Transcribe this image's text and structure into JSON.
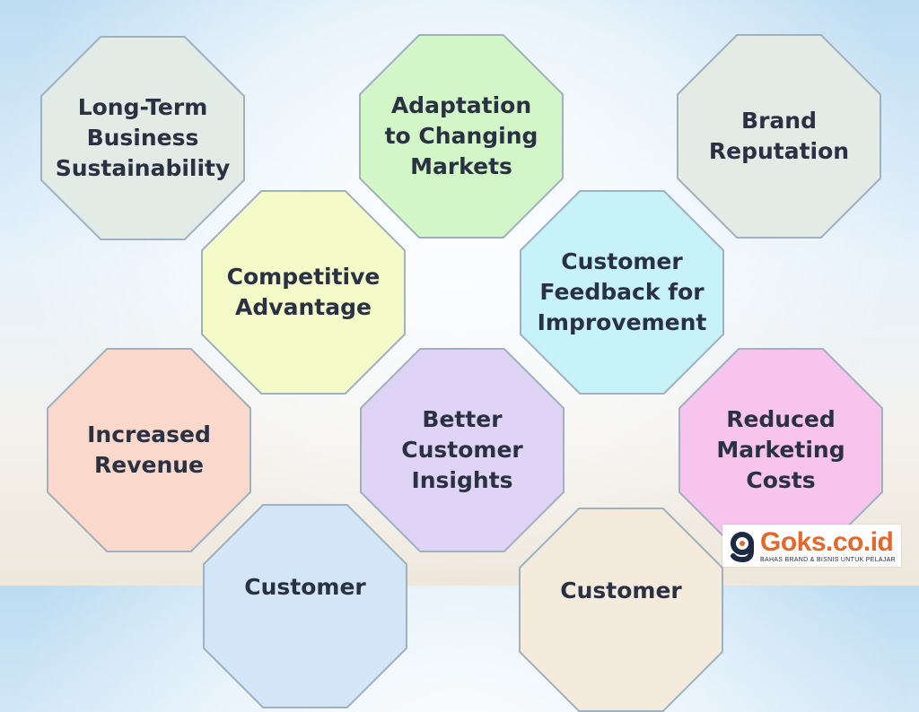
{
  "benefits": [
    {
      "label": "Long-Term\nBusiness\nSustainability",
      "color": "#e3ebe6"
    },
    {
      "label": "Adaptation\nto Changing\nMarkets",
      "color": "#d2f6c8"
    },
    {
      "label": "Brand\nReputation",
      "color": "#e4eae4"
    },
    {
      "label": "Competitive\nAdvantage",
      "color": "#f4fac8"
    },
    {
      "label": "Customer\nFeedback for\nImprovement",
      "color": "#c6f2f8"
    },
    {
      "label": "Increased\nRevenue",
      "color": "#fad8cc"
    },
    {
      "label": "Better\nCustomer\nInsights",
      "color": "#e0d4f6"
    },
    {
      "label": "Reduced\nMarketing\nCosts",
      "color": "#f6c4ec"
    },
    {
      "label": "Customer",
      "color": "#d2e6f8"
    },
    {
      "label": "Customer",
      "color": "#f5ebdc"
    }
  ],
  "watermark": {
    "name": "Goks.co.id",
    "tagline": "BAHAS BRAND & BISNIS UNTUK PELAJAR",
    "brand_color": "#e8662a",
    "dark_color": "#1d2a44"
  }
}
